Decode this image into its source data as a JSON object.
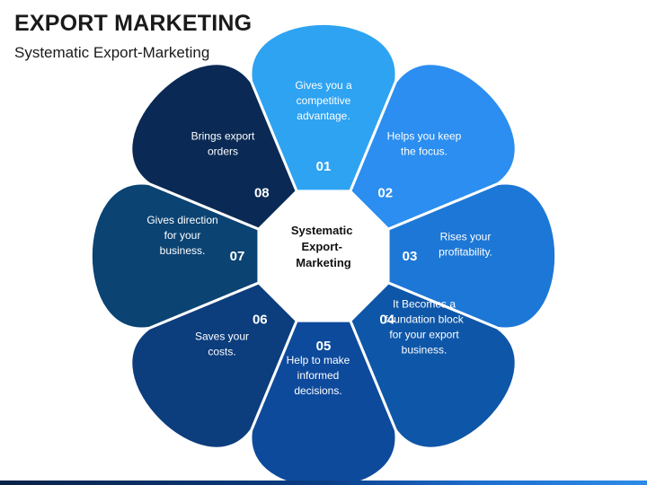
{
  "header": {
    "title": "EXPORT MARKETING",
    "subtitle": "Systematic Export-Marketing"
  },
  "center": {
    "lines": [
      "Systematic",
      "Export-",
      "Marketing"
    ]
  },
  "petals": [
    {
      "number": "01",
      "lines": [
        "Gives you a",
        "competitive",
        "advantage."
      ],
      "color": "#2ea3f2"
    },
    {
      "number": "02",
      "lines": [
        "Helps you keep",
        "the focus."
      ],
      "color": "#2b8ef0"
    },
    {
      "number": "03",
      "lines": [
        "Rises your",
        "profitability."
      ],
      "color": "#1d77d6"
    },
    {
      "number": "04",
      "lines": [
        "It Becomes a",
        "foundation block",
        "for your export",
        "business."
      ],
      "color": "#0e56a8"
    },
    {
      "number": "05",
      "lines": [
        "Help to make",
        "informed",
        "decisions."
      ],
      "color": "#0d4a9c"
    },
    {
      "number": "06",
      "lines": [
        "Saves your",
        "costs."
      ],
      "color": "#0c3d7d"
    },
    {
      "number": "07",
      "lines": [
        "Gives direction",
        "for your",
        "business."
      ],
      "color": "#0b4373"
    },
    {
      "number": "08",
      "lines": [
        "Brings export",
        "orders"
      ],
      "color": "#0a2a55"
    }
  ],
  "colors": {
    "separator": "#ffffff",
    "center_fill": "#ffffff",
    "bottom_bar": "#0a3e86"
  }
}
